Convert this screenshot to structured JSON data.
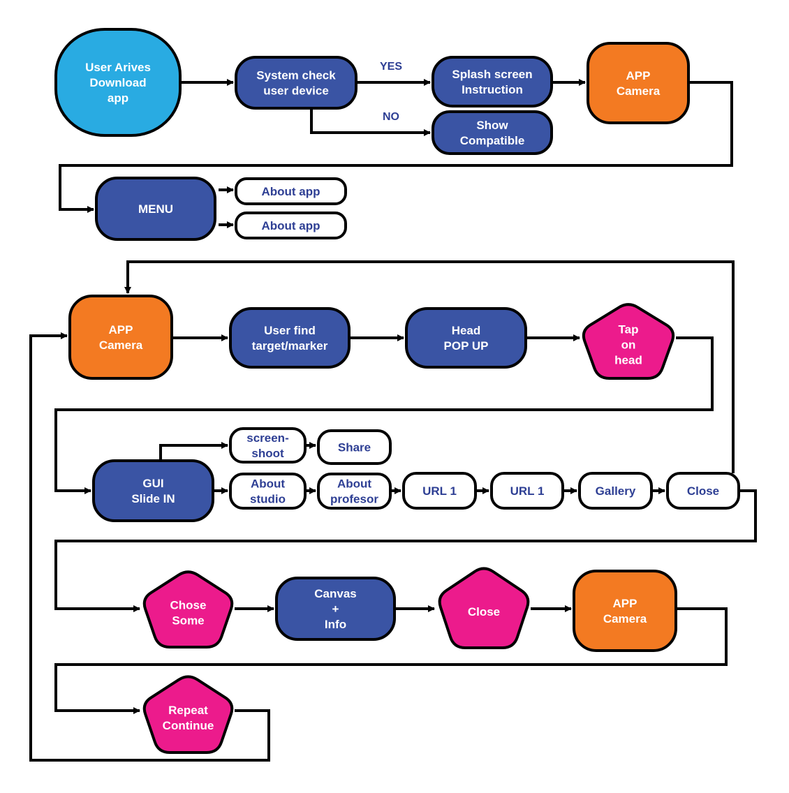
{
  "colors": {
    "outline": "#000000",
    "cyan": "#29abe2",
    "blue": "#3a54a4",
    "orange": "#f37a22",
    "magenta": "#ec1b8c",
    "white": "#ffffff",
    "blue_text": "#2e3f94"
  },
  "nodes": [
    {
      "id": "user-arrives",
      "label": [
        "User Arives",
        "Download",
        "app"
      ],
      "color": "cyan"
    },
    {
      "id": "system-check",
      "label": [
        "System check",
        "user device"
      ],
      "color": "blue"
    },
    {
      "id": "splash-screen",
      "label": [
        "Splash screen",
        "Instruction"
      ],
      "color": "blue"
    },
    {
      "id": "show-compatible",
      "label": [
        "Show",
        "Compatible"
      ],
      "color": "blue"
    },
    {
      "id": "app-camera-1",
      "label": [
        "APP",
        "Camera"
      ],
      "color": "orange"
    },
    {
      "id": "menu",
      "label": [
        "MENU"
      ],
      "color": "blue"
    },
    {
      "id": "about-app-1",
      "label": [
        "About app"
      ],
      "color": "white"
    },
    {
      "id": "about-app-2",
      "label": [
        "About app"
      ],
      "color": "white"
    },
    {
      "id": "app-camera-2",
      "label": [
        "APP",
        "Camera"
      ],
      "color": "orange"
    },
    {
      "id": "user-find",
      "label": [
        "User find",
        "target/marker"
      ],
      "color": "blue"
    },
    {
      "id": "head-popup",
      "label": [
        "Head",
        "POP UP"
      ],
      "color": "blue"
    },
    {
      "id": "tap-on-head",
      "label": [
        "Tap",
        "on",
        "head"
      ],
      "color": "magenta"
    },
    {
      "id": "gui-slide-in",
      "label": [
        "GUI",
        "Slide IN"
      ],
      "color": "blue"
    },
    {
      "id": "screenshoot",
      "label": [
        "screen-",
        "shoot"
      ],
      "color": "white"
    },
    {
      "id": "share",
      "label": [
        "Share"
      ],
      "color": "white"
    },
    {
      "id": "about-studio",
      "label": [
        "About",
        "studio"
      ],
      "color": "white"
    },
    {
      "id": "about-profesor",
      "label": [
        "About",
        "profesor"
      ],
      "color": "white"
    },
    {
      "id": "url-1-a",
      "label": [
        "URL 1"
      ],
      "color": "white"
    },
    {
      "id": "url-1-b",
      "label": [
        "URL 1"
      ],
      "color": "white"
    },
    {
      "id": "gallery",
      "label": [
        "Gallery"
      ],
      "color": "white"
    },
    {
      "id": "close-1",
      "label": [
        "Close"
      ],
      "color": "white"
    },
    {
      "id": "chose-some",
      "label": [
        "Chose",
        "Some"
      ],
      "color": "magenta"
    },
    {
      "id": "canvas-info",
      "label": [
        "Canvas",
        "+",
        "Info"
      ],
      "color": "blue"
    },
    {
      "id": "close-2",
      "label": [
        "Close"
      ],
      "color": "magenta"
    },
    {
      "id": "app-camera-3",
      "label": [
        "APP",
        "Camera"
      ],
      "color": "orange"
    },
    {
      "id": "repeat-continue",
      "label": [
        "Repeat",
        "Continue"
      ],
      "color": "magenta"
    }
  ],
  "edge_labels": {
    "yes": "YES",
    "no": "NO"
  }
}
